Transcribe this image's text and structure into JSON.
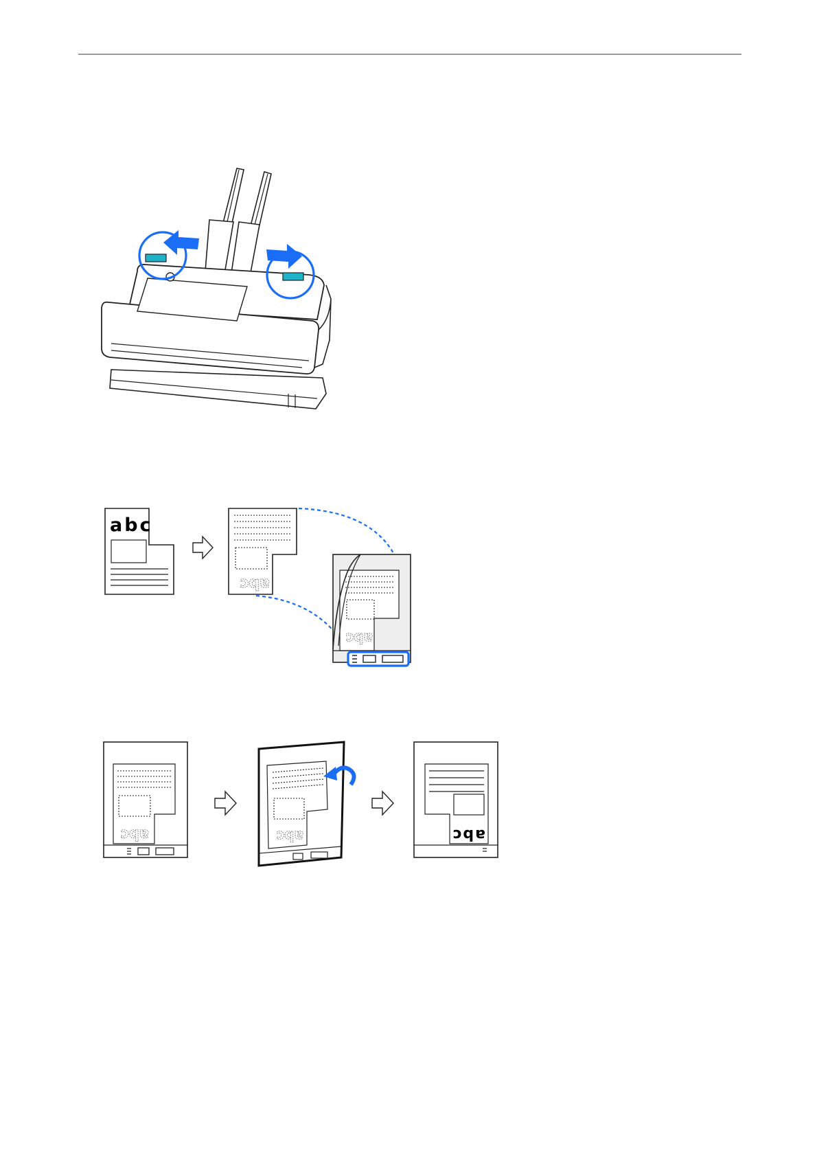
{
  "page": {
    "header_rule": true
  },
  "figure1": {
    "kind": "scanner-edge-guides-illustration",
    "arrow_color": "#1a6ef5"
  },
  "figure2": {
    "kind": "original-to-carrier-sheet-illustration",
    "original_text": "abc",
    "accent_color": "#1a6ef5"
  },
  "figure3": {
    "kind": "carrier-sheet-flip-illustration",
    "result_text": "abc"
  }
}
